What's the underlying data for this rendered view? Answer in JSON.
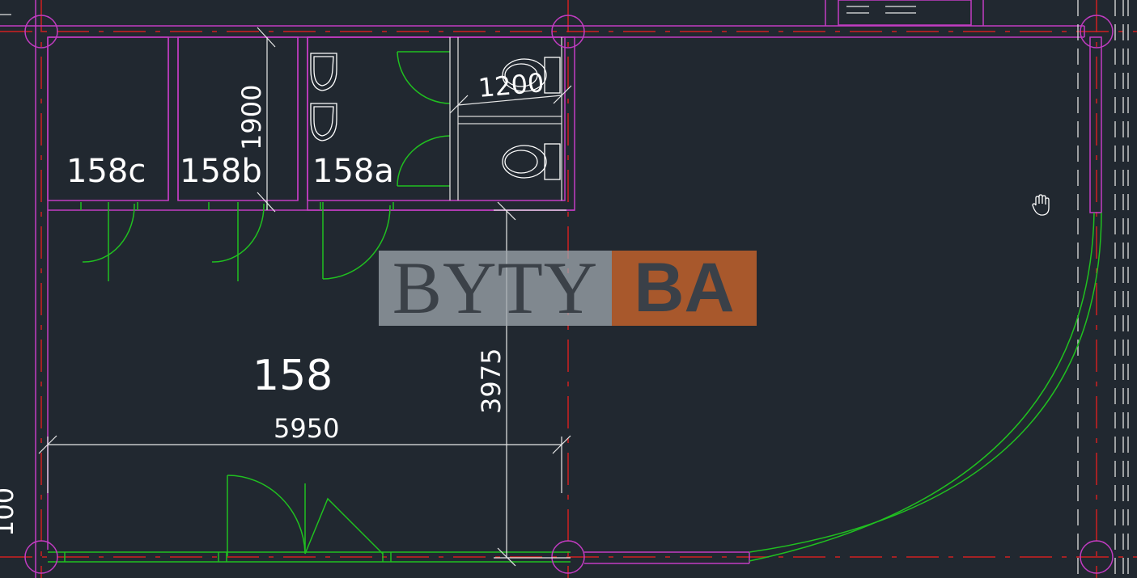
{
  "rooms": {
    "r158c": "158c",
    "r158b": "158b",
    "r158a": "158a",
    "r158": "158"
  },
  "dimensions": {
    "d1900": "1900",
    "d1200": "1200",
    "d5950": "5950",
    "d3975": "3975",
    "edge_partial": "100"
  },
  "watermark": {
    "left": "BYTY",
    "right": "BA"
  },
  "colors": {
    "background": "#212830",
    "wall": "#c23cc2",
    "door": "#20c020",
    "axis": "#d02020",
    "dim": "#ffffff"
  },
  "cursor": {
    "icon": "hand-pan-icon"
  }
}
